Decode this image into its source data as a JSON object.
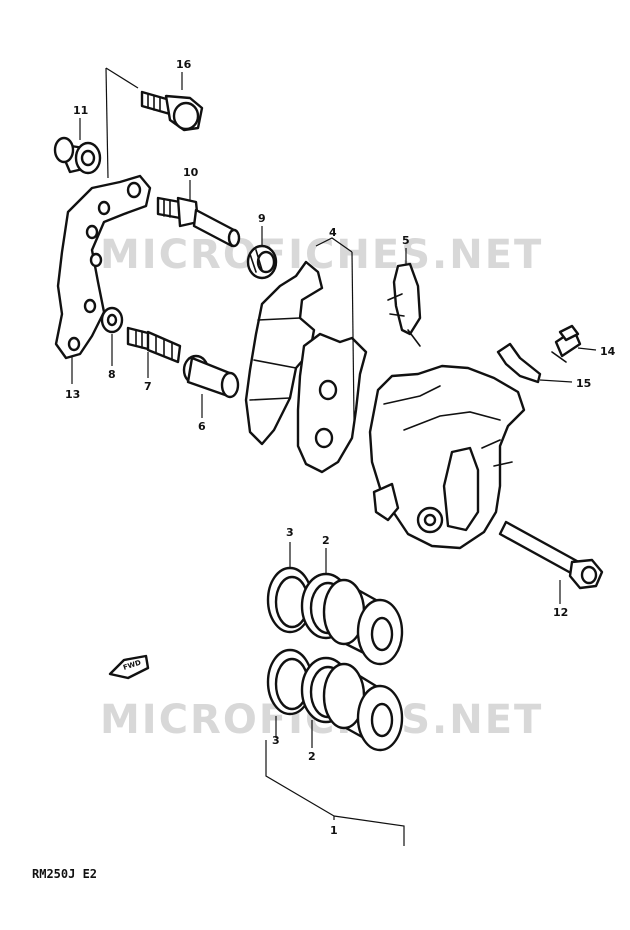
{
  "watermark": "MICROFICHES.NET",
  "diagram_code": "RM250J E2",
  "forward_label": "FWD",
  "callouts": {
    "c1": "1",
    "c2a": "2",
    "c2b": "2",
    "c3a": "3",
    "c3b": "3",
    "c4": "4",
    "c5": "5",
    "c6": "6",
    "c7": "7",
    "c8": "8",
    "c9": "9",
    "c10": "10",
    "c11": "11",
    "c12": "12",
    "c13": "13",
    "c14": "14",
    "c15": "15",
    "c16": "16"
  }
}
